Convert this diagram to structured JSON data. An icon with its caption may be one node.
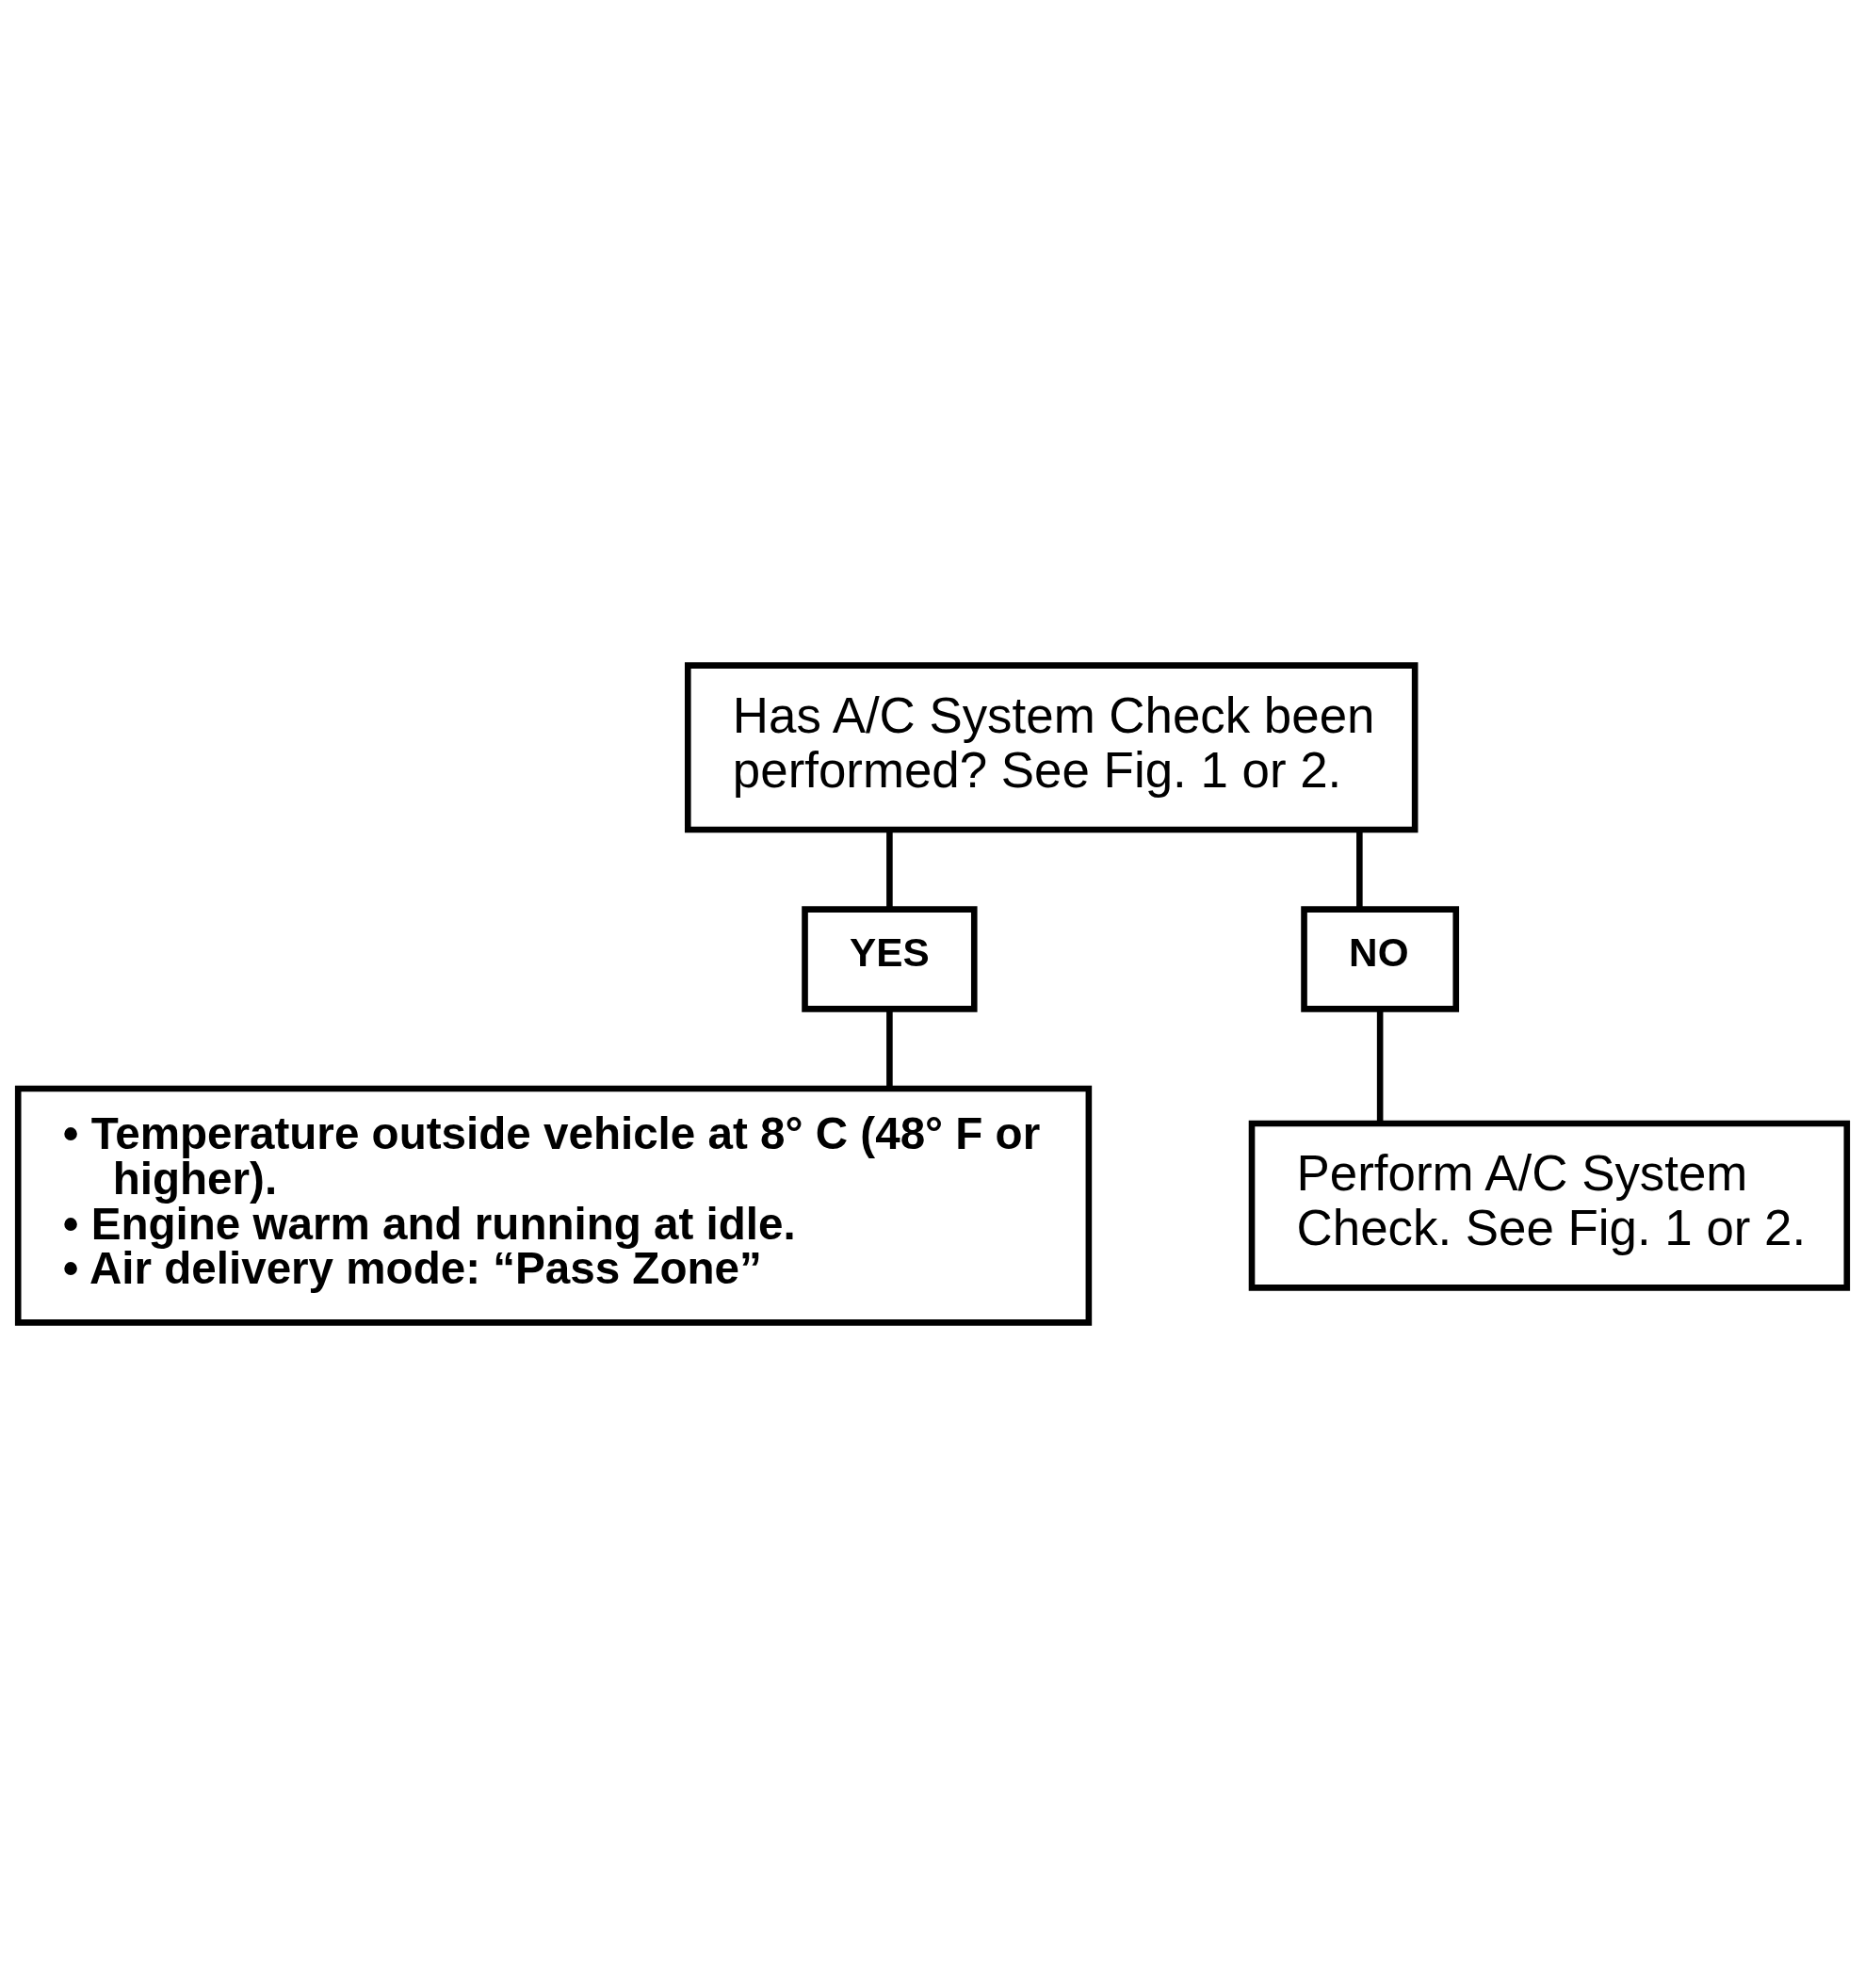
{
  "diagram": {
    "nodes": [
      {
        "text": [
          "Has A/C System Check been performed? See Fig. 1 or 2."
        ]
      },
      {
        "text": [
          "YES"
        ]
      },
      {
        "text": [
          "NO"
        ]
      },
      {
        "text": [
          "• Temperature outside vehicle at 8° C (48° F or higher).",
          "• Engine warm and running at idle.",
          "• Air delivery mode: “Pass Zone”"
        ]
      },
      {
        "text": [
          "Perform A/C System Check. See Fig. 1 or 2."
        ]
      }
    ],
    "edges": [
      {
        "from": 0,
        "to": 1,
        "arrow": "none"
      },
      {
        "from": 0,
        "to": 2,
        "arrow": "none"
      },
      {
        "from": 1,
        "to": 3,
        "arrow": "none"
      },
      {
        "from": 2,
        "to": 4,
        "arrow": "none"
      }
    ]
  }
}
